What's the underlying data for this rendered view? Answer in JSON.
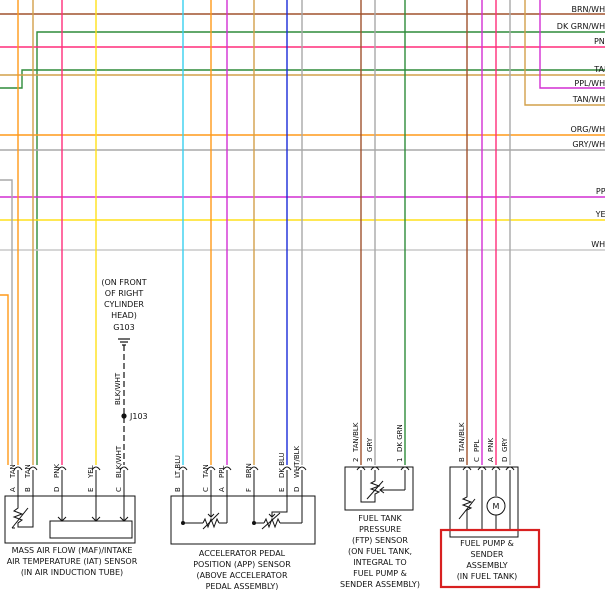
{
  "colors": {
    "brn": "#a0522d",
    "dk_grn": "#2e8b3a",
    "pnk": "#ff2d7a",
    "tan": "#d2a04a",
    "ppl": "#d22fd2",
    "org": "#ff9a1a",
    "gry": "#a8a8a8",
    "yel": "#ffe11a",
    "wht": "#c8c8c8",
    "lt_blu": "#38d0f0",
    "dk_blu": "#1a2ad8",
    "blk": "#111111",
    "highlight": "#d82020"
  },
  "right_wire_labels": [
    "BRN/WHT",
    "DK GRN/WHT",
    "PNK",
    "TAN",
    "PPL/WHT",
    "TAN/WHT",
    "ORG/WHT",
    "GRY/WHT",
    "PPL",
    "YEL",
    "WHT"
  ],
  "ground": {
    "note": [
      "(ON FRONT",
      "OF RIGHT",
      "CYLINDER",
      "HEAD)"
    ],
    "id": "G103",
    "wire": "BLK/WHT",
    "splice": "J103"
  },
  "maf": {
    "pins": [
      "A",
      "B",
      "D",
      "E",
      "C"
    ],
    "wires": [
      "TAN",
      "TAN",
      "PNK",
      "YEL",
      "BLK/WHT"
    ],
    "caption": [
      "MASS AIR FLOW (MAF)/INTAKE",
      "AIR TEMPERATURE (IAT) SENSOR",
      "(IN AIR INDUCTION TUBE)"
    ]
  },
  "app": {
    "pins": [
      "B",
      "C",
      "A",
      "F",
      "E",
      "D"
    ],
    "wires": [
      "LT BLU",
      "TAN",
      "PPL",
      "BRN",
      "DK BLU",
      "WHT/BLK"
    ],
    "caption": [
      "ACCELERATOR PEDAL",
      "POSITION (APP) SENSOR",
      "(ABOVE ACCELERATOR",
      "PEDAL ASSEMBLY)"
    ]
  },
  "ftp": {
    "pins": [
      "2",
      "3",
      "1"
    ],
    "wires": [
      "TAN/BLK",
      "GRY",
      "DK GRN"
    ],
    "caption": [
      "FUEL TANK",
      "PRESSURE",
      "(FTP) SENSOR",
      "(ON FUEL TANK,",
      "INTEGRAL TO",
      "FUEL PUMP &",
      "SENDER ASSEMBLY)"
    ]
  },
  "pump": {
    "pins": [
      "B",
      "C",
      "A",
      "D"
    ],
    "wires": [
      "TAN/BLK",
      "PPL",
      "PNK",
      "GRY"
    ],
    "motor_symbol": "M",
    "caption": [
      "FUEL PUMP &",
      "SENDER",
      "ASSEMBLY",
      "(IN FUEL TANK)"
    ]
  }
}
